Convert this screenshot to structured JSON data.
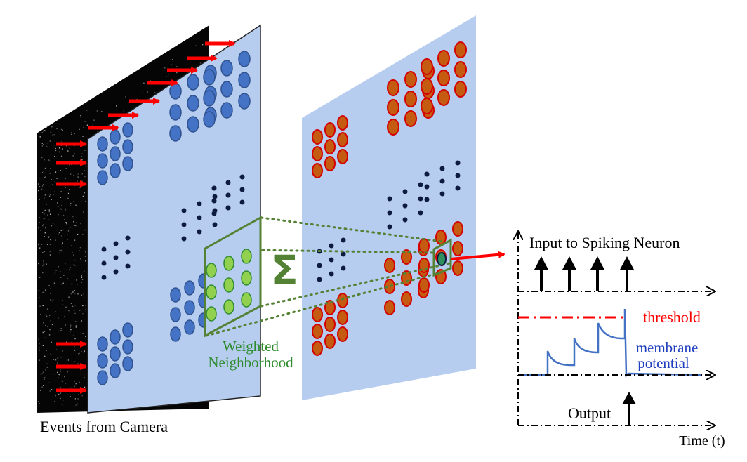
{
  "labels": {
    "camera": "Events from Camera",
    "sigma": "Σ",
    "weighted_line1": "Weighted",
    "weighted_line2": "Neighborhood",
    "input_title": "Input to Spiking Neuron",
    "threshold": "threshold",
    "membrane_line1": "membrane",
    "membrane_line2": "potential",
    "output": "Output",
    "time_axis": "Time (t)"
  },
  "colors": {
    "panel": "#b7cdf0",
    "blue_neuron": "#4472c4",
    "blue_neuron_stroke": "#2f528f",
    "red_neuron": "#c55a11",
    "red_neuron_stroke": "#d40000",
    "green_neuron": "#92d050",
    "green_neuron_stroke": "#2e8b2e",
    "neighborhood_box": "#548235",
    "dark_dot": "#0d1b3e",
    "arrow_red": "#ff0000",
    "threshold_red": "#ff0000",
    "membrane_blue": "#4472c4",
    "label_green": "#2e8b2e",
    "label_blue": "#1f3fbf",
    "camera_bg": "#050505"
  },
  "spike_count": 4
}
